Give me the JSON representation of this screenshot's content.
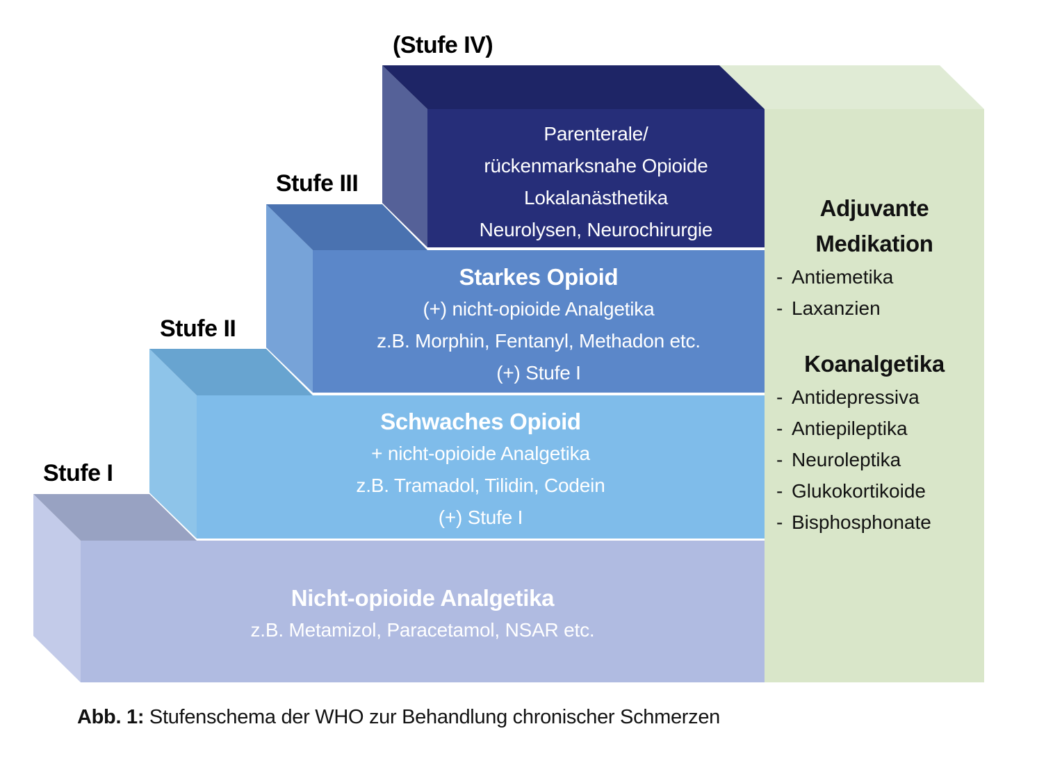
{
  "figure": {
    "caption_prefix": "Abb. 1:",
    "caption_text": " Stufenschema der WHO zur Behandlung chronischer Schmerzen"
  },
  "colors": {
    "step1_front": "#b0bbe1",
    "step1_top": "#98a2c2",
    "step1_side": "#c3cbe9",
    "step2_front": "#7fbcea",
    "step2_top": "#68a4d0",
    "step2_side": "#8ec4e9",
    "step3_front": "#5b87c9",
    "step3_top": "#4a72b0",
    "step3_side": "#77a3d8",
    "step4_front": "#262e79",
    "step4_top": "#1e2566",
    "step4_side": "#556198",
    "adjuvant_front": "#d9e6c9",
    "adjuvant_top": "#e0ebd5"
  },
  "steps": [
    {
      "label": "Stufe I",
      "title": "Nicht-opioide Analgetika",
      "lines": [
        "z.B. Metamizol, Paracetamol, NSAR etc."
      ]
    },
    {
      "label": "Stufe II",
      "title": "Schwaches Opioid",
      "lines": [
        "+ nicht-opioide Analgetika",
        "z.B. Tramadol, Tilidin, Codein",
        "(+) Stufe I"
      ]
    },
    {
      "label": "Stufe III",
      "title": "Starkes Opioid",
      "lines": [
        "(+) nicht-opioide Analgetika",
        "z.B. Morphin, Fentanyl, Methadon etc.",
        "(+) Stufe I"
      ]
    },
    {
      "label": "(Stufe IV)",
      "title": "",
      "lines": [
        "Parenterale/",
        "rückenmarksnahe Opioide",
        "Lokalanästhetika",
        "Neurolysen, Neurochirurgie"
      ]
    }
  ],
  "adjuvant": {
    "heading_line1": "Adjuvante",
    "heading_line2": "Medikation",
    "items": [
      "Antiemetika",
      "Laxanzien"
    ],
    "coanalgesics_heading": "Koanalgetika",
    "coanalgesics": [
      "Antidepressiva",
      "Antiepileptika",
      "Neuroleptika",
      "Glukokortikoide",
      "Bisphosphonate"
    ],
    "bullet": "-"
  }
}
